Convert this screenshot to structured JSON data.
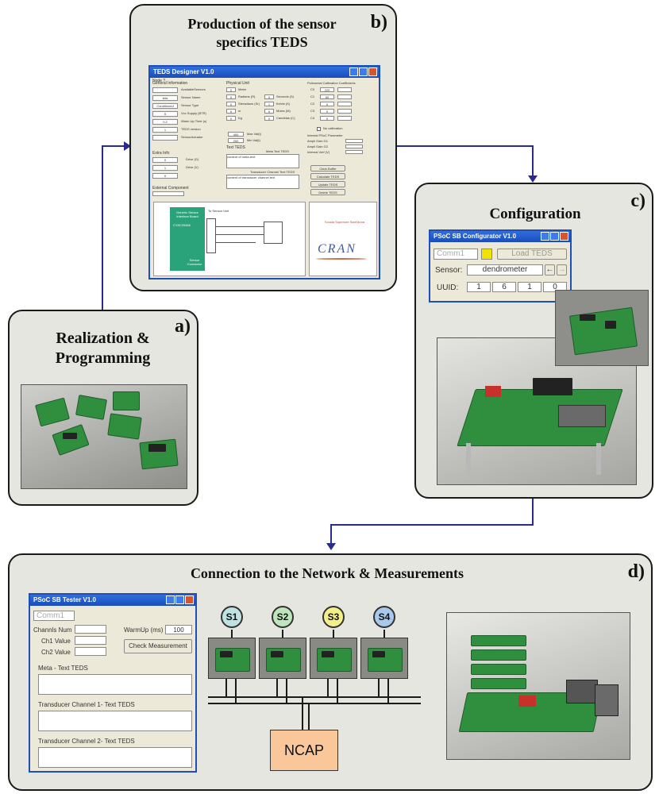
{
  "panels": {
    "a": {
      "title": "Realization & Programming",
      "letter": "a)"
    },
    "b": {
      "title": "Production of the sensor specifics TEDS",
      "letter": "b)"
    },
    "c": {
      "title": "Configuration",
      "letter": "c)"
    },
    "d": {
      "title": "Connection to the Network & Measurements",
      "letter": "d)"
    }
  },
  "teds_designer": {
    "title": "TEDS Designer V1.0",
    "menu": "Node ?",
    "sections": [
      "General Information",
      "Physical Unit",
      "Polinomial Calibration Coefficients"
    ],
    "general_fields": [
      "AvailableSensors",
      "Sensor Name",
      "Sensor Type",
      "Vcc Supply (BTR)",
      "Warm Up Time (s)",
      "TEDS version",
      "SensorActuator"
    ],
    "general_values": [
      "",
      "teta",
      "Conditioned",
      "5",
      "0.2",
      "1",
      ""
    ],
    "units": [
      "Meter",
      "Radians (R)",
      "Steradians (Sr)",
      "m",
      "Kg",
      "Seconds (S)",
      "Kelvin (K)",
      "Moles (M)",
      "Candelas (C)"
    ],
    "unit_values": [
      "0",
      "0",
      "0",
      "0",
      "0",
      "0",
      "1",
      "0",
      "0"
    ],
    "coeff_labels": [
      "C0",
      "C1",
      "C2",
      "C3",
      "C4"
    ],
    "coeff_values": [
      "220",
      "60",
      "0",
      "0",
      "0"
    ],
    "max_label": "Max Val(t)",
    "max_value": "400",
    "min_label": "Min Val(t)",
    "min_value": "200",
    "text_teds": "Text TEDS",
    "meta_text": "Meta Text TEDS",
    "meta_content": "content of meta-text",
    "transducer_text": "Transducer Channel Text TEDS",
    "transducer_content": "content of transducer channel text",
    "no_calibration": "No calibration",
    "internal_param": "Internal PSoC Parameter",
    "ampli_gain1": "Ampli Gain G1",
    "ampli_gain2": "Ampli Gain G2",
    "internal_ref": "Internal Vref (V)",
    "extra_info": "Extra Info",
    "extra_values": [
      "0",
      "1",
      "0"
    ],
    "drive_labels": [
      "Drive (G)",
      "Drive (V)"
    ],
    "external_component": "External Component",
    "buttons": [
      "Clear Buffer",
      "Calculate TEDS",
      "Update TEDS",
      "Delete TEDS"
    ],
    "schematic_label1": "Generic Sensor Interface Board",
    "schematic_label2": "CY8C29466",
    "schematic_label3": "Sensor Connector",
    "schematic_label4": "To Sensor Unit",
    "logo_text": "Scuola Superiore Sant'Anna",
    "logo_brand": "CRAN"
  },
  "configurator": {
    "title": "PSoC SB Configurator V1.0",
    "port": "Comm1",
    "load_button": "Load TEDS",
    "sensor_label": "Sensor:",
    "sensor_value": "dendrometer",
    "uuid_label": "UUID:",
    "uuid": [
      "1",
      "6",
      "1",
      "0"
    ],
    "led_color": "#f2e200"
  },
  "tester": {
    "title": "PSoC SB Tester V1.0",
    "port": "Comm1",
    "channels_label": "Channls Num",
    "ch1_label": "Ch1 Value",
    "ch2_label": "Ch2 Value",
    "warmup_label": "WarmUp (ms)",
    "warmup_value": "100",
    "check_button": "Check Measurement",
    "meta_label": "Meta - Text TEDS",
    "tc1_label": "Transducer Channel 1- Text TEDS",
    "tc2_label": "Transducer Channel 2- Text TEDS"
  },
  "network": {
    "sensors": [
      {
        "label": "S1",
        "color": "#bfe3e3"
      },
      {
        "label": "S2",
        "color": "#bde6bd"
      },
      {
        "label": "S3",
        "color": "#f3f08a"
      },
      {
        "label": "S4",
        "color": "#a9c8ee"
      }
    ],
    "ncap": "NCAP",
    "ncap_color": "#f9c79a"
  },
  "colors": {
    "panel_bg": "#e6e6e0",
    "arrow": "#2b2b8f",
    "window_title": "#2f6fe0"
  }
}
